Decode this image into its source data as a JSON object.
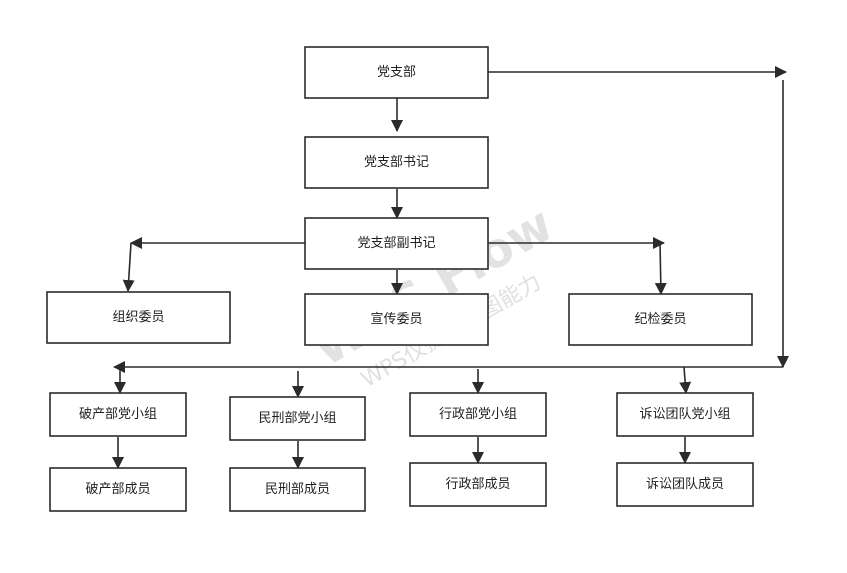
{
  "watermark": {
    "main": "WPS Flow",
    "sub": "WPS仅提供作图能力"
  },
  "nodes": {
    "branch": "党支部",
    "secretary": "党支部书记",
    "deputy_secretary": "党支部副书记",
    "organization_member": "组织委员",
    "propaganda_member": "宣传委员",
    "discipline_member": "纪检委员",
    "bankruptcy_group": "破产部党小组",
    "bankruptcy_members": "破产部成员",
    "civil_criminal_group": "民刑部党小组",
    "civil_criminal_members": "民刑部成员",
    "administrative_group": "行政部党小组",
    "administrative_members": "行政部成员",
    "litigation_group": "诉讼团队党小组",
    "litigation_members": "诉讼团队成员"
  }
}
